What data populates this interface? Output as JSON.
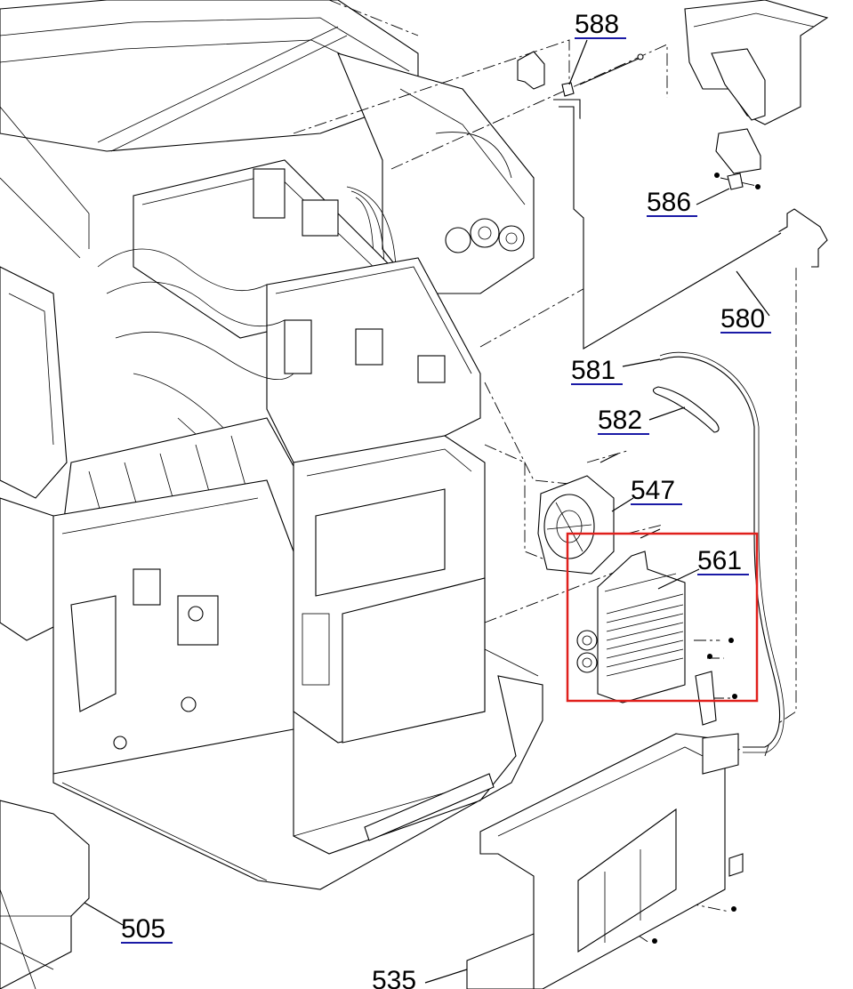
{
  "diagram": {
    "highlight_color": "#e0201c",
    "underline_color": "#1a1aa6",
    "callouts": [
      {
        "id": "588",
        "text": "588"
      },
      {
        "id": "586",
        "text": "586"
      },
      {
        "id": "580",
        "text": "580"
      },
      {
        "id": "581",
        "text": "581"
      },
      {
        "id": "582",
        "text": "582"
      },
      {
        "id": "547",
        "text": "547"
      },
      {
        "id": "561",
        "text": "561"
      },
      {
        "id": "505",
        "text": "505"
      },
      {
        "id": "535",
        "text": "535"
      }
    ]
  }
}
